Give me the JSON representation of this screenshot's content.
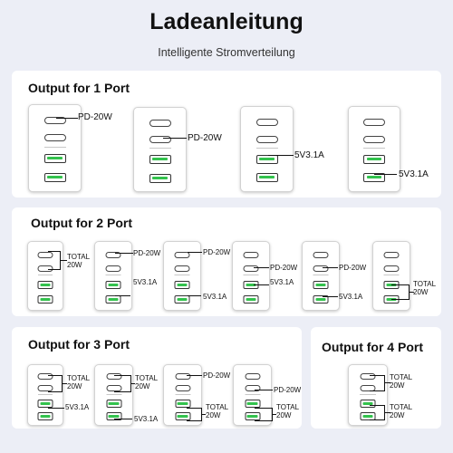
{
  "header": {
    "title": "Ladeanleitung",
    "subtitle": "Intelligente Stromverteilung"
  },
  "panels": [
    {
      "title": "Output for 1 Port",
      "chargers": [
        {
          "labels": [
            "PD-20W"
          ]
        },
        {
          "labels": [
            "PD-20W"
          ]
        },
        {
          "labels": [
            "5V3.1A"
          ]
        },
        {
          "labels": [
            "5V3.1A"
          ]
        }
      ]
    },
    {
      "title": "Output for 2 Port",
      "chargers": [
        {
          "labels": [
            "TOTAL\n20W"
          ]
        },
        {
          "labels": [
            "PD-20W",
            "5V3.1A"
          ]
        },
        {
          "labels": [
            "PD-20W",
            "5V3.1A"
          ]
        },
        {
          "labels": [
            "PD-20W",
            "5V3.1A"
          ]
        },
        {
          "labels": [
            "PD-20W",
            "5V3.1A"
          ]
        },
        {
          "labels": [
            "TOTAL\n20W"
          ]
        }
      ]
    },
    {
      "title": "Output for 3 Port",
      "chargers": [
        {
          "labels": [
            "TOTAL\n20W",
            "5V3.1A"
          ]
        },
        {
          "labels": [
            "TOTAL\n20W",
            "5V3.1A"
          ]
        },
        {
          "labels": [
            "PD-20W",
            "TOTAL\n20W"
          ]
        },
        {
          "labels": [
            "PD-20W",
            "TOTAL\n20W"
          ]
        }
      ]
    },
    {
      "title": "Output for 4 Port",
      "chargers": [
        {
          "labels": [
            "TOTAL\n20W",
            "TOTAL\n20W"
          ]
        }
      ]
    }
  ]
}
